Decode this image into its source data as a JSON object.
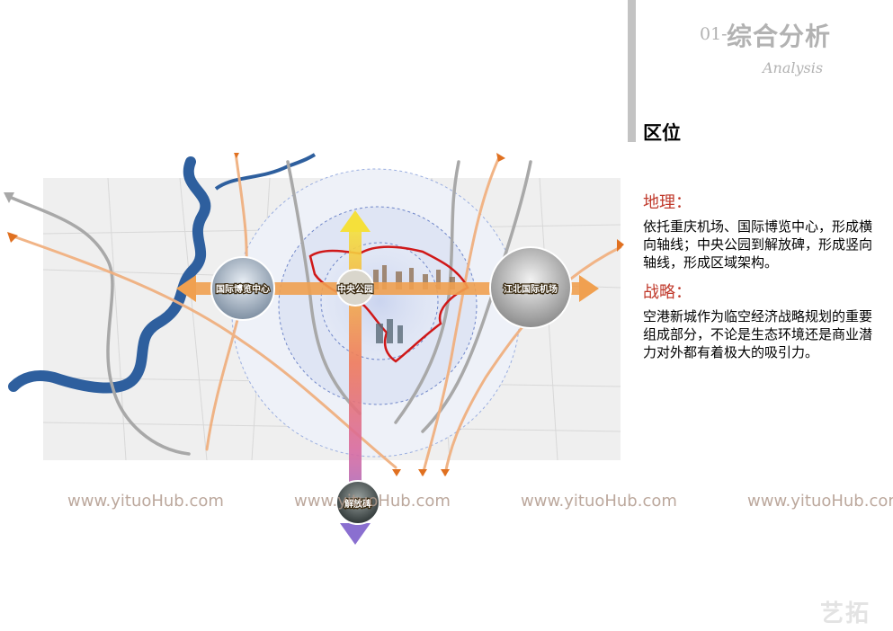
{
  "header": {
    "number": "01-",
    "title": "综合分析",
    "subtitle": "Analysis"
  },
  "section": {
    "title": "区位",
    "geography_label": "地理：",
    "geography_text": "依托重庆机场、国际博览中心，形成横向轴线；中央公园到解放碑，形成竖向轴线，形成区域架构。",
    "strategy_label": "战略：",
    "strategy_text": "空港新城作为临空经济战略规划的重要组成部分，不论是生态环境还是商业潜力对外都有着极大的吸引力。"
  },
  "map": {
    "node_left": "国际博览中心",
    "node_center": "中央公园",
    "node_right": "江北国际机场",
    "node_bottom": "解放碑",
    "colors": {
      "river": "#2e5f9e",
      "axis_orange": "#f0a050",
      "axis_vertical_top": "#f5e03a",
      "axis_vertical_bottom": "#8a6fd0",
      "boundary": "#d01818",
      "rings": "#9aaee0"
    }
  },
  "watermarks": [
    "www.yituoHub.com",
    "www.yituoHub.com",
    "www.yituoHub.com",
    "www.yituoHub.com"
  ],
  "logo": "艺拓"
}
